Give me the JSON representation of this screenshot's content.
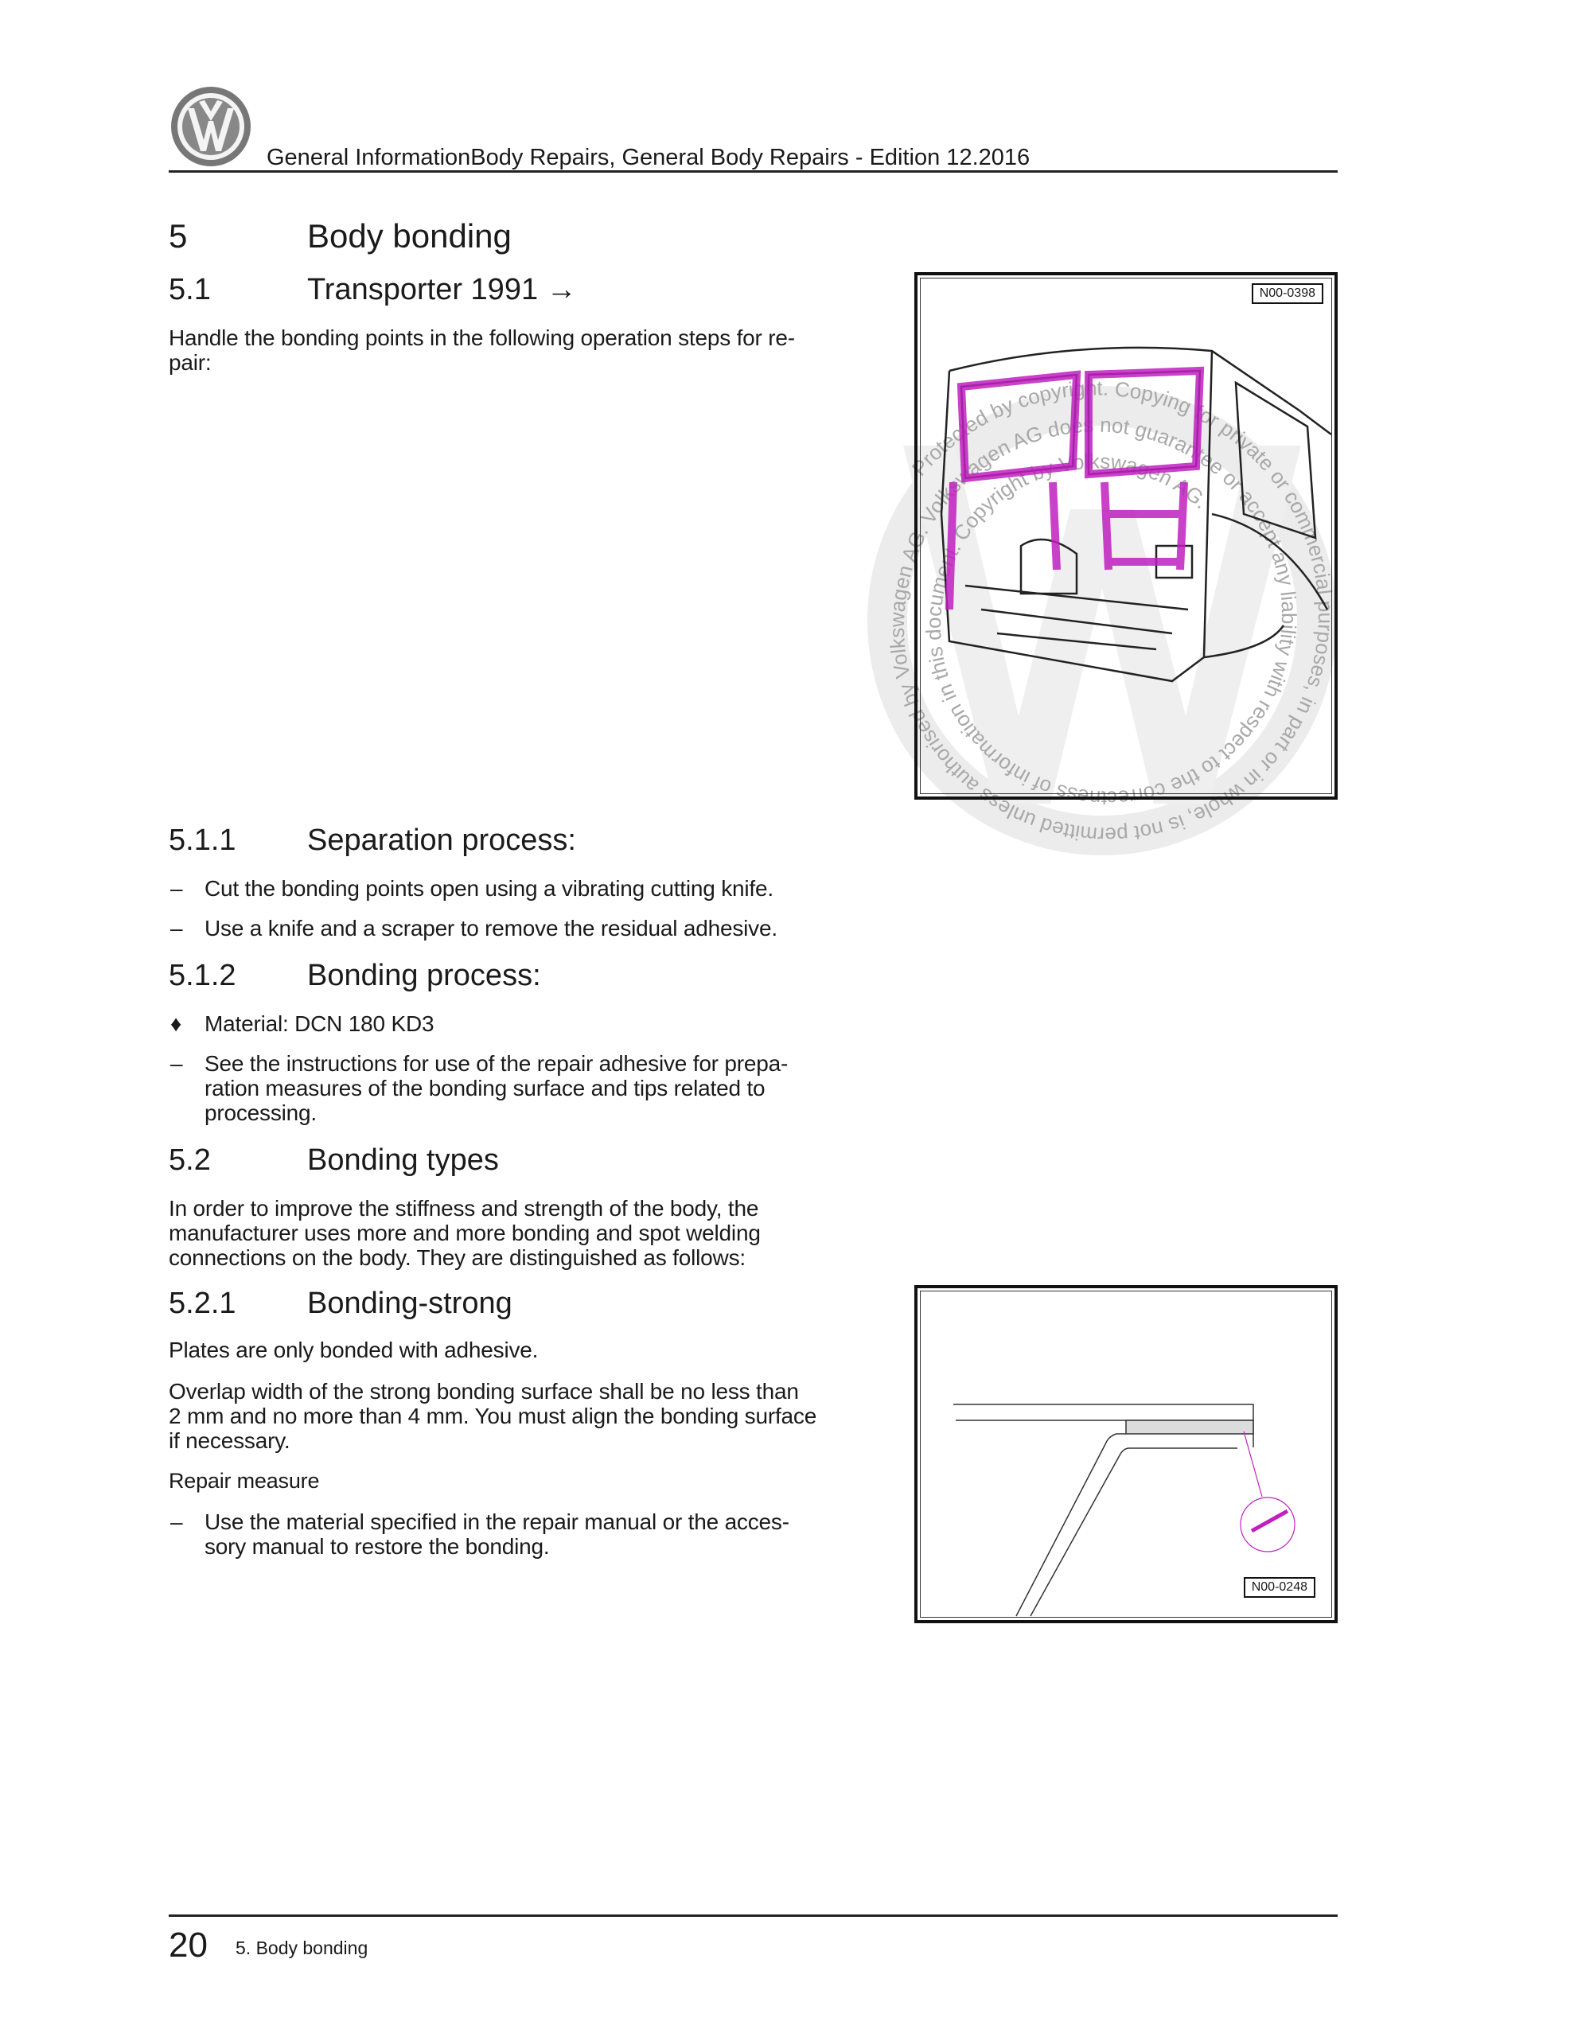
{
  "header": {
    "title": "General InformationBody Repairs, General Body Repairs - Edition 12.2016",
    "logo": "VW"
  },
  "watermark": "Protected by copyright. Copying for private or commercial purposes, in part or in whole, is not permitted unless authorised by Volkswagen AG. Volkswagen AG does not guarantee or accept any liability with respect to the correctness of information in this document. Copyright by Volkswagen AG.",
  "sections": {
    "s5": {
      "num": "5",
      "title": "Body bonding"
    },
    "s51": {
      "num": "5.1",
      "title": "Transporter 1991 →",
      "para": [
        "Handle the bonding points in the following operation steps for re-",
        "pair:"
      ]
    },
    "s511": {
      "num": "5.1.1",
      "title": "Separation process:",
      "items": [
        {
          "marker": "–",
          "text": "Cut the bonding points open using a vibrating cutting knife."
        },
        {
          "marker": "–",
          "text": "Use a knife and a scraper to remove the residual adhesive."
        }
      ]
    },
    "s512": {
      "num": "5.1.2",
      "title": "Bonding process:",
      "material": {
        "marker": "♦",
        "text": "Material: DCN 180 KD3"
      },
      "instruction": {
        "marker": "–",
        "lines": [
          "See the instructions for use of the repair adhesive for prepa-",
          "ration measures of the bonding surface and tips related to",
          "processing."
        ]
      }
    },
    "s52": {
      "num": "5.2",
      "title": "Bonding types",
      "para": [
        "In order to improve the stiffness and strength of the body, the",
        "manufacturer uses more and more bonding and spot welding",
        "connections on the body. They are distinguished as follows:"
      ]
    },
    "s521": {
      "num": "5.2.1",
      "title": "Bonding-strong",
      "para1": "Plates are only bonded with adhesive.",
      "para2": [
        "Overlap width of the strong bonding surface shall be no less than",
        "2 mm and no more than 4 mm. You must align the bonding surface",
        "if necessary."
      ],
      "subhead": "Repair measure",
      "item": {
        "marker": "–",
        "lines": [
          "Use the material specified in the repair manual or the acces-",
          "sory manual to restore the bonding."
        ]
      }
    }
  },
  "figures": {
    "fig1": {
      "label": "N00-0398",
      "highlight": "#c020c0"
    },
    "fig2": {
      "label": "N00-0248",
      "highlight": "#c020c0"
    }
  },
  "footer": {
    "page": "20",
    "label": "5. Body bonding"
  }
}
